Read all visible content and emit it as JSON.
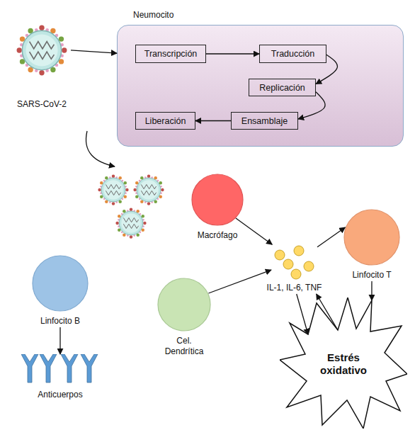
{
  "diagram": {
    "nodes": [
      {
        "text": [
          "SARS-CoV-2"
        ]
      },
      {
        "text": [
          "Neumocito"
        ]
      },
      {
        "text": [
          "Transcripción"
        ],
        "in": 1
      },
      {
        "text": [
          "Traducción"
        ],
        "in": 1
      },
      {
        "text": [
          "Replicación"
        ],
        "in": 1
      },
      {
        "text": [
          "Liberación"
        ],
        "in": 1
      },
      {
        "text": [
          "Ensamblaje"
        ],
        "in": 1
      },
      {
        "text": [
          "Macrófago"
        ]
      },
      {
        "text": [
          "Linfocito T"
        ]
      },
      {
        "text": [
          "IL-1, IL-6, TNF"
        ]
      },
      {
        "text": [
          "Linfocito B"
        ]
      },
      {
        "text": [
          "Cel. Dendrítica"
        ]
      },
      {
        "text": [
          "Estrés oxidativo"
        ]
      },
      {
        "text": [
          "Anticuerpos"
        ]
      }
    ],
    "edges": [
      {
        "from": 0,
        "to": 1,
        "arrow": "to"
      },
      {
        "from": 2,
        "to": 3,
        "arrow": "to"
      },
      {
        "from": 3,
        "to": 4,
        "arrow": "to"
      },
      {
        "from": 4,
        "to": 6,
        "arrow": "to"
      },
      {
        "from": 6,
        "to": 5,
        "arrow": "to"
      },
      {
        "from": 7,
        "to": 9,
        "arrow": "to"
      },
      {
        "from": 11,
        "to": 9,
        "arrow": "to"
      },
      {
        "from": 9,
        "to": 8,
        "arrow": "to"
      },
      {
        "from": 8,
        "to": 12,
        "arrow": "to"
      },
      {
        "from": 9,
        "to": 12,
        "arrow": "to"
      },
      {
        "from": 12,
        "to": 9,
        "arrow": "to"
      },
      {
        "from": 10,
        "to": 13,
        "arrow": "to"
      }
    ]
  }
}
